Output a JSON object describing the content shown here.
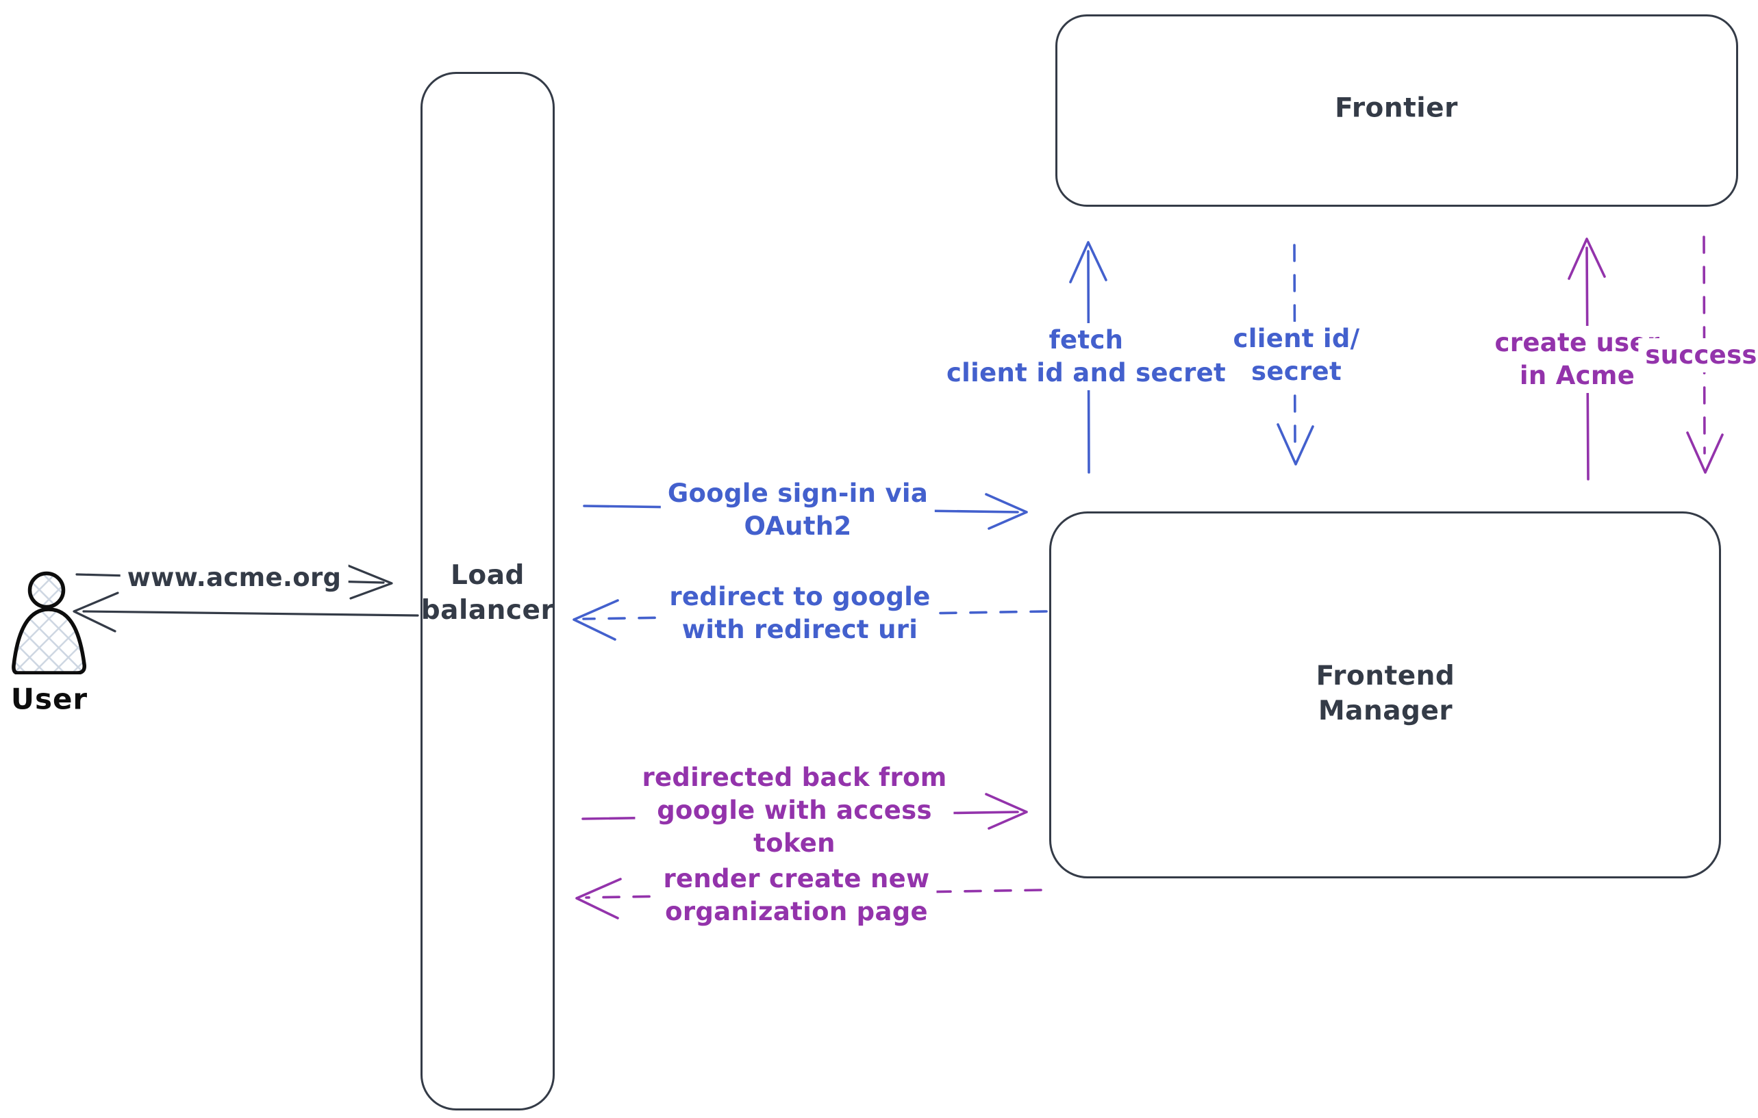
{
  "theme": {
    "dark": "#343b47",
    "ink": "#0d0d0d",
    "blue": "#4360cd",
    "purple": "#9333ab",
    "hatch": "#ccd5e1"
  },
  "nodes": {
    "user": {
      "label": "User"
    },
    "load_balancer": {
      "label": "Load\nbalancer"
    },
    "frontier": {
      "label": "Frontier"
    },
    "frontend_manager": {
      "label": "Frontend\nManager"
    }
  },
  "edges": {
    "acme_request": {
      "label": "www.acme.org",
      "style": "solid",
      "color": "#343b47",
      "from": "user",
      "to": "load_balancer"
    },
    "acme_response": {
      "label": "",
      "style": "solid",
      "color": "#343b47",
      "from": "load_balancer",
      "to": "user"
    },
    "google_signin": {
      "label": "Google sign-in via\nOAuth2",
      "style": "solid",
      "color": "#4360cd",
      "from": "load_balancer",
      "to": "frontend_manager"
    },
    "redirect_google": {
      "label": "redirect to google\nwith redirect uri",
      "style": "dashed",
      "color": "#4360cd",
      "from": "frontend_manager",
      "to": "load_balancer"
    },
    "redirected_back": {
      "label": "redirected back from\ngoogle with access\ntoken",
      "style": "solid",
      "color": "#9333ab",
      "from": "load_balancer",
      "to": "frontend_manager"
    },
    "render_create": {
      "label": "render create new\norganization page",
      "style": "dashed",
      "color": "#9333ab",
      "from": "frontend_manager",
      "to": "load_balancer"
    },
    "fetch_client": {
      "label": "fetch\nclient id and secret",
      "style": "solid",
      "color": "#4360cd",
      "from": "frontend_manager",
      "to": "frontier"
    },
    "client_id_secret": {
      "label": "client id/\nsecret",
      "style": "dashed",
      "color": "#4360cd",
      "from": "frontier",
      "to": "frontend_manager"
    },
    "create_user": {
      "label": "create user\nin Acme",
      "style": "solid",
      "color": "#9333ab",
      "from": "frontend_manager",
      "to": "frontier"
    },
    "success": {
      "label": "success",
      "style": "dashed",
      "color": "#9333ab",
      "from": "frontier",
      "to": "frontend_manager"
    }
  }
}
